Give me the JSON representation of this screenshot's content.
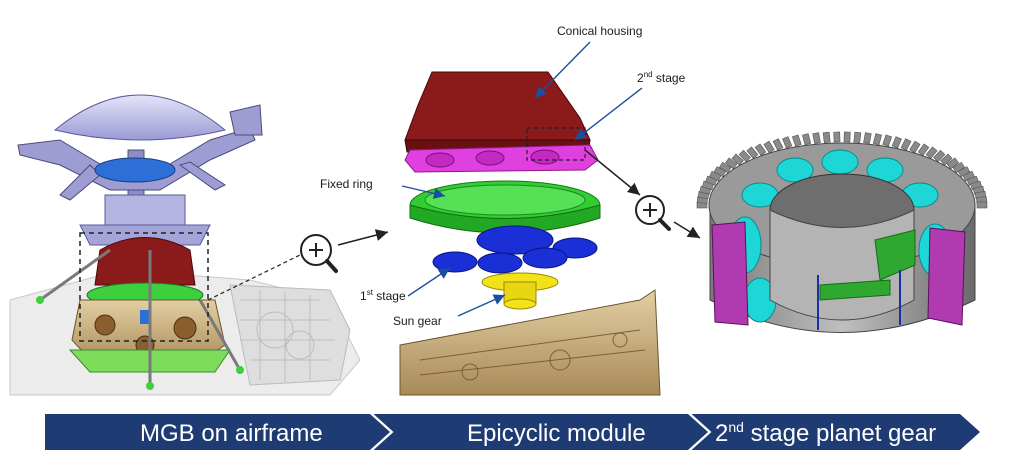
{
  "panels": {
    "airframe": {
      "caption": "MGB on airframe"
    },
    "epicyclic": {
      "caption": "Epicyclic module"
    },
    "planet": {
      "caption_main": "2",
      "caption_sup": "nd",
      "caption_rest": " stage planet gear"
    }
  },
  "labels": {
    "conical_housing": "Conical housing",
    "second_stage_main": "2",
    "second_stage_sup": "nd",
    "second_stage_rest": " stage",
    "fixed_ring": "Fixed ring",
    "first_stage_main": "1",
    "first_stage_sup": "st",
    "first_stage_rest": " stage",
    "sun_gear": "Sun gear"
  },
  "icons": [
    "zoom-in-icon",
    "zoom-in-icon"
  ],
  "colors": {
    "banner": "#1f3b73",
    "housing": "#8b1a1a",
    "second_stage": "#e040e0",
    "fixed_ring": "#33cc33",
    "first_stage": "#1a2fd6",
    "sun_gear": "#f2e21a",
    "planet_rollers": "#1fd6d6"
  }
}
